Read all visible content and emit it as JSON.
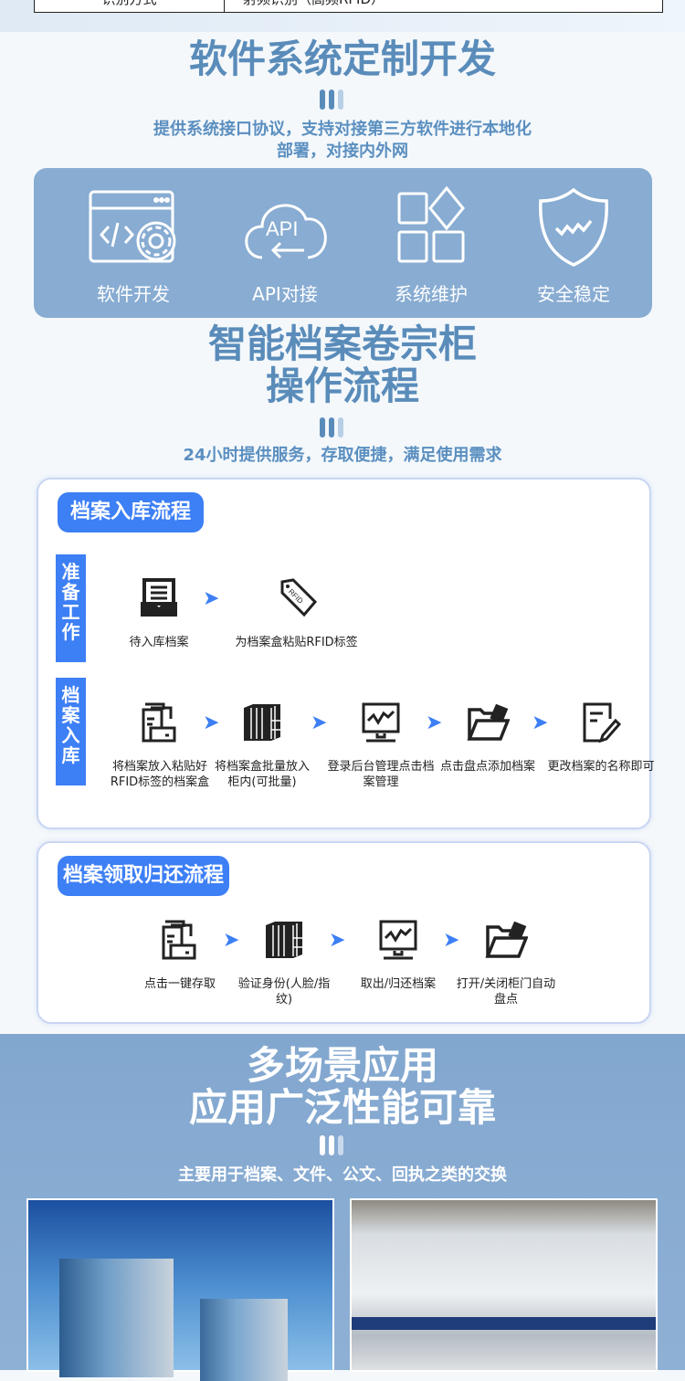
{
  "spec_table": {
    "label": "识别方式",
    "value": "射频识别（高频RFID）"
  },
  "section1": {
    "title": "软件系统定制开发",
    "subtitle_lines": [
      "提供系统接口协议，支持对接第三方软件进行本地化",
      "部署，对接内外网"
    ],
    "features": [
      {
        "icon": "code-gear-icon",
        "label": "软件开发"
      },
      {
        "icon": "api-cloud-icon",
        "label": "API对接"
      },
      {
        "icon": "modules-icon",
        "label": "系统维护"
      },
      {
        "icon": "shield-icon",
        "label": "安全稳定"
      }
    ]
  },
  "section2": {
    "title_lines": [
      "智能档案卷宗柜",
      "操作流程"
    ],
    "subtitle": "24小时提供服务，存取便捷，满足使用需求",
    "card1": {
      "title": "档案入库流程",
      "prep": {
        "label": "准备工作",
        "steps": [
          {
            "icon": "inbox-icon",
            "text": "待入库档案"
          },
          {
            "icon": "rfid-tag-icon",
            "text": "为档案盒粘贴RFID标签"
          }
        ]
      },
      "store": {
        "label": "档案入库",
        "steps": [
          {
            "icon": "document-folder-icon",
            "text": "将档案放入粘贴好RFID标签的档案盒"
          },
          {
            "icon": "cabinet-icon",
            "text": "将档案盒批量放入柜内(可批量)"
          },
          {
            "icon": "monitor-icon",
            "text": "登录后台管理点击档案管理"
          },
          {
            "icon": "open-folder-icon",
            "text": "点击盘点添加档案"
          },
          {
            "icon": "edit-icon",
            "text": "更改档案的名称即可"
          }
        ]
      }
    },
    "card2": {
      "title": "档案领取归还流程",
      "steps": [
        {
          "icon": "document-folder-icon",
          "text": "点击一键存取"
        },
        {
          "icon": "cabinet-icon",
          "text": "验证身份(人脸/指纹)"
        },
        {
          "icon": "monitor-icon",
          "text": "取出/归还档案"
        },
        {
          "icon": "open-folder-icon",
          "text": "打开/关闭柜门自动盘点"
        }
      ]
    }
  },
  "section3": {
    "title_lines": [
      "多场景应用",
      "应用广泛性能可靠"
    ],
    "subtitle": "主要用于档案、文件、公文、回执之类的交换"
  },
  "colors": {
    "accent": "#3d7ff5",
    "title": "#5a8cba",
    "panel": "#88acd2"
  }
}
